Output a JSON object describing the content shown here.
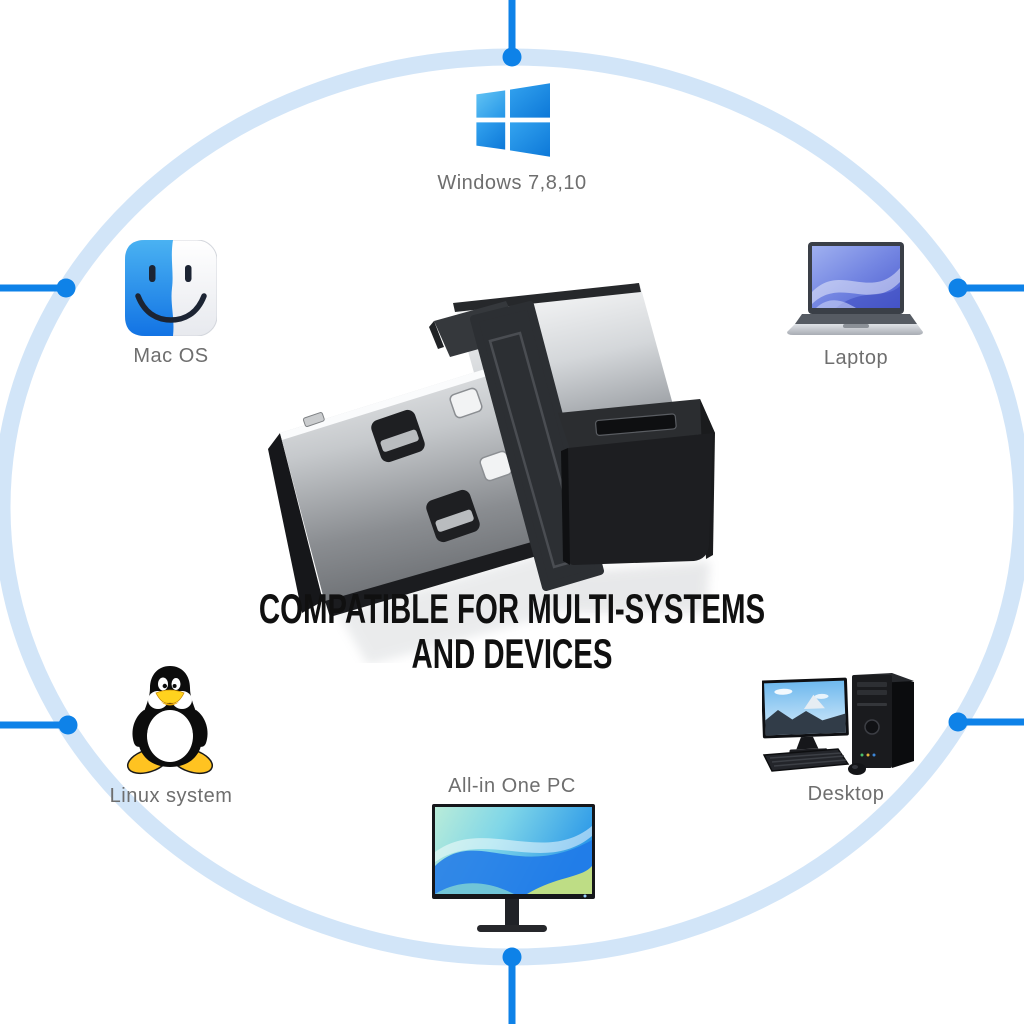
{
  "heading": {
    "line1": "COMPATIBLE FOR MULTI-SYSTEMS",
    "line2": "AND DEVICES"
  },
  "nodes": {
    "windows": {
      "label": "Windows 7,8,10",
      "icon": "windows-logo-icon"
    },
    "macos": {
      "label": "Mac OS",
      "icon": "finder-face-icon"
    },
    "laptop": {
      "label": "Laptop",
      "icon": "laptop-icon"
    },
    "linux": {
      "label": "Linux system",
      "icon": "tux-penguin-icon"
    },
    "aio": {
      "label": "All-in One PC",
      "icon": "monitor-icon"
    },
    "desktop": {
      "label": "Desktop",
      "icon": "desktop-pc-icon"
    }
  },
  "product_image": "usb-wireless-receiver-with-cap",
  "colors": {
    "accent_blue": "#0e82e8",
    "ring_blue": "#d2e5f8",
    "windows_blue": "#1084e0",
    "label_gray": "#6e6e6e",
    "heading_black": "#101010"
  }
}
